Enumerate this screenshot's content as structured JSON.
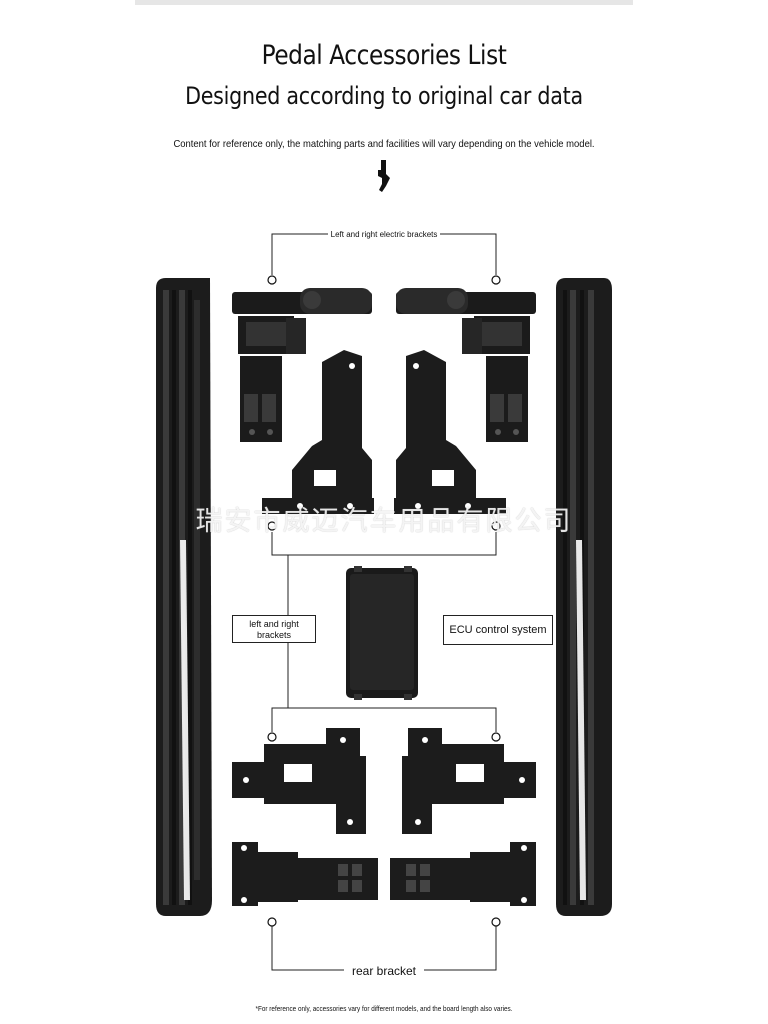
{
  "header": {
    "title": "Pedal Accessories List",
    "subtitle": "Designed according to original car data",
    "note": "Content for reference only, the matching parts and facilities will vary depending on the vehicle model."
  },
  "labels": {
    "electric_brackets": "Left and right electric brackets",
    "lr_brackets_line1": "left and right",
    "lr_brackets_line2": "brackets",
    "ecu": "ECU control system",
    "rear_bracket": "rear bracket"
  },
  "watermark": "瑞安市威迈汽车用品有限公司",
  "footer": "*For reference only, accessories vary for different models, and the board length also varies.",
  "colors": {
    "background": "#ffffff",
    "part_black": "#1b1b1b",
    "part_dark": "#2a2a2a",
    "line": "#222222"
  }
}
